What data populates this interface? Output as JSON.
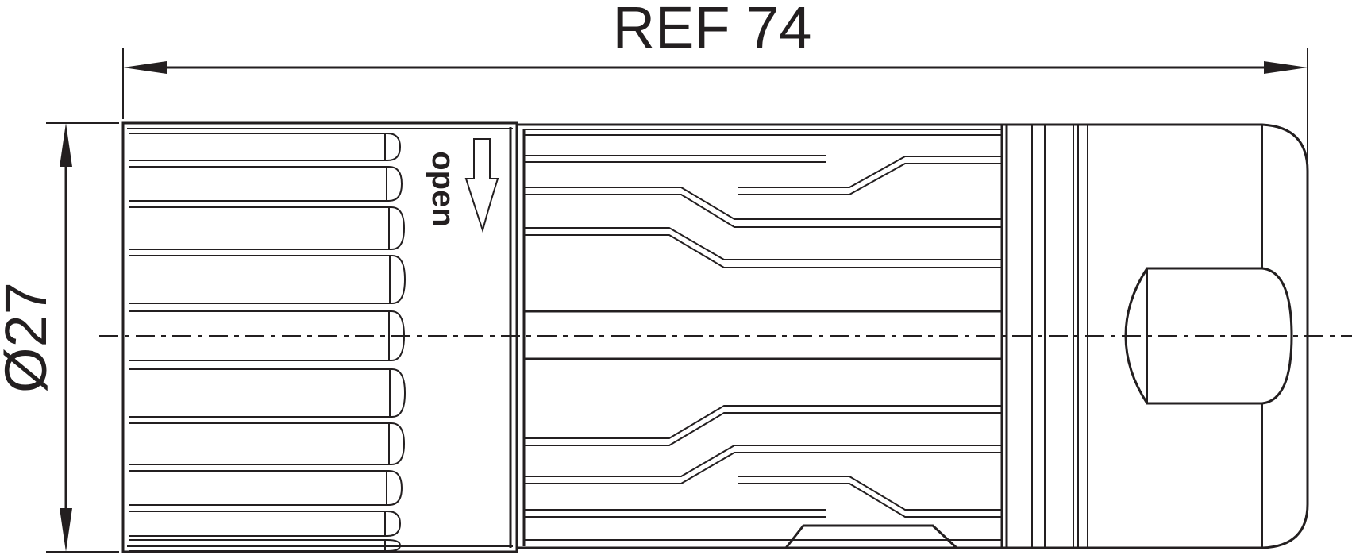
{
  "drawing": {
    "length_label": "REF 74",
    "diameter_label": "Ø27",
    "marking_text": "open"
  }
}
